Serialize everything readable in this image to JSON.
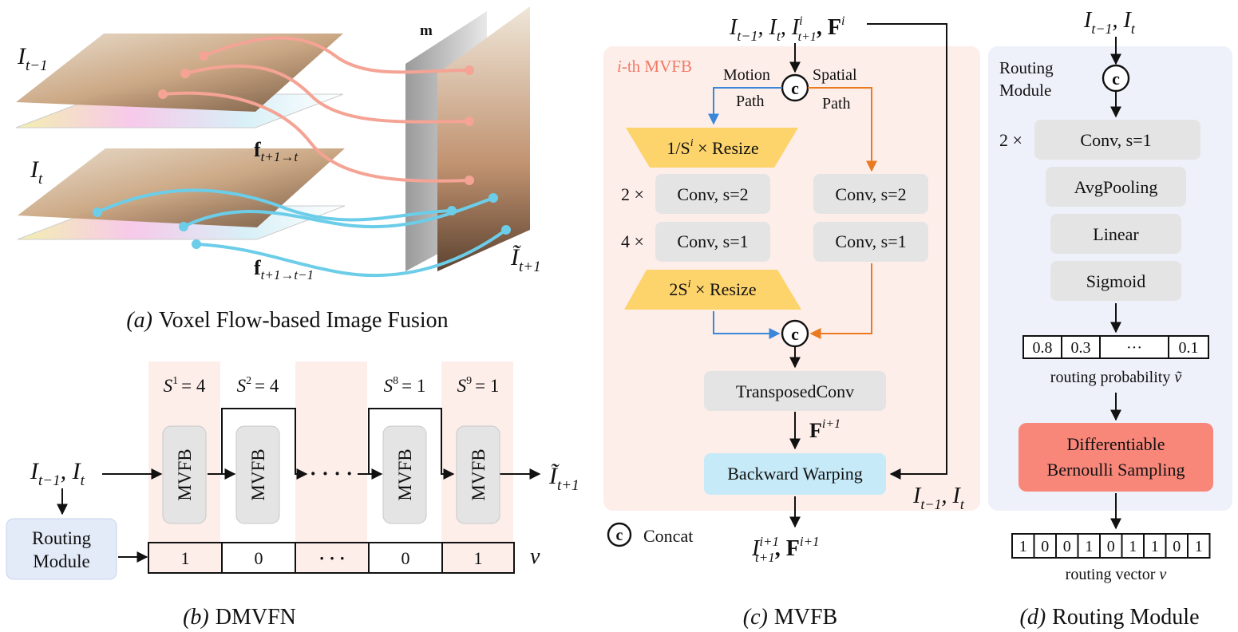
{
  "panel_a": {
    "caption_tag": "(a)",
    "caption": "Voxel Flow-based Image Fusion",
    "label_prev_I": "I",
    "label_prev_sub": "t−1",
    "label_cur_I": "I",
    "label_cur_sub": "t",
    "label_mask": "m",
    "label_flow_a": "f",
    "label_flow_a_sub": "t+1→t",
    "label_flow_b": "f",
    "label_flow_b_sub": "t+1→t−1",
    "label_out_I": "Ĩ",
    "label_out_sub": "t+1",
    "colors": {
      "prev_link": "#f4a394",
      "cur_link": "#6ccde9",
      "image": "#b9967b",
      "flow": "#f0e9a8"
    }
  },
  "panel_b": {
    "caption_tag": "(b)",
    "caption": "DMVFN",
    "input_label": "I",
    "input_sub_a": "t−1",
    "input_sep": ", I",
    "input_sub_b": "t",
    "output_label": "Ĩ",
    "output_sub": "t+1",
    "routing_module": [
      "Routing",
      "Module"
    ],
    "blocks": [
      {
        "label": "MVFB",
        "scale_lhs": "S",
        "scale_sup": "1",
        "scale_rhs": "= 4",
        "routing": "1",
        "active": true
      },
      {
        "label": "MVFB",
        "scale_lhs": "S",
        "scale_sup": "2",
        "scale_rhs": "= 4",
        "routing": "0",
        "active": false
      },
      {
        "label": "",
        "scale_lhs": "",
        "scale_sup": "",
        "scale_rhs": "",
        "routing": "· · ·",
        "active": true
      },
      {
        "label": "MVFB",
        "scale_lhs": "S",
        "scale_sup": "8",
        "scale_rhs": "= 1",
        "routing": "0",
        "active": false
      },
      {
        "label": "MVFB",
        "scale_lhs": "S",
        "scale_sup": "9",
        "scale_rhs": "= 1",
        "routing": "1",
        "active": true
      }
    ],
    "ellipsis": "· · · ·",
    "vector_label": "v",
    "colors": {
      "active_bg": "#fdeeea",
      "routing_bg": "#e3eaf8",
      "block_bg": "#e4e4e4"
    }
  },
  "panel_c": {
    "caption_tag": "(c)",
    "caption": "MVFB",
    "top_input": "I",
    "top_input_sub1": "t−1",
    "top_input_mid": ", I",
    "top_input_sub2": "t",
    "top_input_mid2": ", I",
    "top_input_sup3": "i",
    "top_input_sub3": "t+1",
    "top_input_F": ", F",
    "top_input_F_sup": "i",
    "title_i": "i",
    "title_rest": "-th MVFB",
    "motion_path": [
      "Motion",
      "Path"
    ],
    "spatial_path": [
      "Spatial",
      "Path"
    ],
    "resize_down": "1/S",
    "resize_down_sup": "i",
    "resize_down_rest": " × Resize",
    "resize_up": "2S",
    "resize_up_sup": "i",
    "resize_up_rest": " × Resize",
    "motion_conv": [
      {
        "mult": "2 ×",
        "label": "Conv, s=2"
      },
      {
        "mult": "4 ×",
        "label": "Conv, s=1"
      }
    ],
    "spatial_conv": [
      "Conv, s=2",
      "Conv, s=1"
    ],
    "transposed": "TransposedConv",
    "feature": "F",
    "feature_sup": "i+1",
    "warp": "Backward Warping",
    "side_input": "I",
    "side_input_sub1": "t−1",
    "side_input_mid": ", I",
    "side_input_sub2": "t",
    "output_I": "I",
    "output_sup": "i+1",
    "output_sub": "t+1",
    "output_F": ", F",
    "output_F_sup": "i+1",
    "concat_symbol": "c",
    "concat_legend": "Concat",
    "colors": {
      "bg": "#fdeeea",
      "title": "#f07a66",
      "motion": "#3a86d8",
      "spatial": "#ea7a20",
      "resize": "#fdd36b",
      "box": "#e4e4e4",
      "warp": "#c7eaf8"
    }
  },
  "panel_d": {
    "caption_tag": "(d)",
    "caption": "Routing Module",
    "input": "I",
    "input_sub1": "t−1",
    "input_mid": ", I",
    "input_sub2": "t",
    "title": [
      "Routing",
      "Module"
    ],
    "mult": "2 ×",
    "layers": [
      "Conv, s=1",
      "AvgPooling",
      "Linear",
      "Sigmoid"
    ],
    "probabilities": [
      "0.8",
      "0.3",
      "···",
      "0.1"
    ],
    "prob_label": "routing probability ",
    "prob_symbol": "ṽ",
    "sampling": [
      "Differentiable",
      "Bernoulli Sampling"
    ],
    "vector": [
      "1",
      "0",
      "0",
      "1",
      "0",
      "1",
      "1",
      "0",
      "1"
    ],
    "vector_label": "routing vector ",
    "vector_symbol": "v",
    "colors": {
      "bg": "#eef1fa",
      "title": "#8a97b8",
      "box": "#e4e4e4",
      "sampling": "#f8877a"
    }
  }
}
